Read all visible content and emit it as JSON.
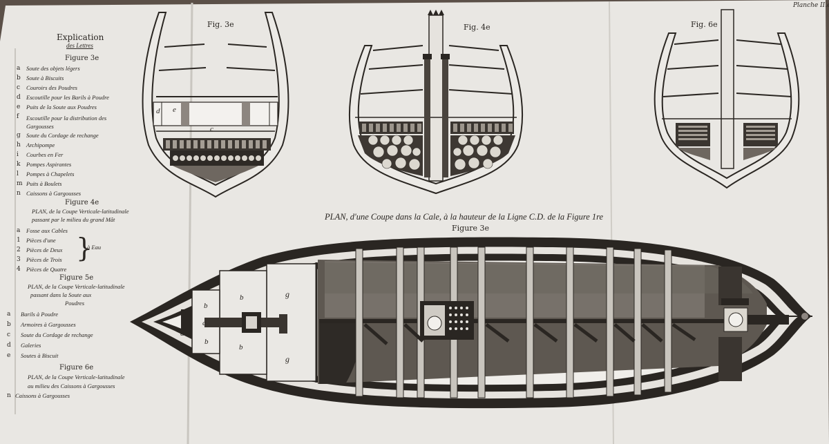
{
  "plate": {
    "plate_number": "Planche II.e",
    "paper_color": "#e8e6e2",
    "ink_color": "#2a2622",
    "background_color": "#5b5048"
  },
  "figures": {
    "fig3_label": "Fig. 3e",
    "fig4_label": "Fig. 4e",
    "fig6_label": "Fig. 6e",
    "plan_title": "PLAN, d'une Coupe dans la Cale, à la hauteur de la Ligne C.D. de la Figure 1re",
    "plan_subtitle": "Figure 3e"
  },
  "fig3_letters": {
    "d": "d",
    "e": "e",
    "c": "c"
  },
  "plan_letters": {
    "b": "b",
    "c": "c",
    "a": "a",
    "g": "g"
  },
  "legend": {
    "title": "Explication",
    "subtitle": "des Lettres",
    "sections": [
      {
        "heading": "Figure 3e",
        "entries": [
          {
            "key": "a",
            "text": "Soute des objets légers"
          },
          {
            "key": "b",
            "text": "Soute à Biscuits"
          },
          {
            "key": "c",
            "text": "Couroirs des Poudres"
          },
          {
            "key": "d",
            "text": "Escoutille pour les Barils à Poudre"
          },
          {
            "key": "e",
            "text": "Puits de la Soute aux Poudres"
          },
          {
            "key": "f",
            "text": "Escoutille pour la distribution des Gargousses"
          },
          {
            "key": "g",
            "text": "Soute du Cordage de rechange"
          },
          {
            "key": "h",
            "text": "Archipompe"
          },
          {
            "key": "i",
            "text": "Courbes en Fer"
          },
          {
            "key": "k",
            "text": "Pompes Aspirantes"
          },
          {
            "key": "l",
            "text": "Pompes à Chapelets"
          },
          {
            "key": "m",
            "text": "Puits à Boulets"
          },
          {
            "key": "n",
            "text": "Caissons à Gargousses"
          }
        ]
      },
      {
        "heading": "Figure 4e",
        "caption1": "PLAN, de la Coupe Verticale-latitudinale",
        "caption2": "passant par le milieu du grand Mât",
        "entries": [
          {
            "key": "a",
            "text": "Fosse aux Cables"
          },
          {
            "key": "1",
            "text": "Pièces d'une"
          },
          {
            "key": "2",
            "text": "Pièces de Deux"
          },
          {
            "key": "3",
            "text": "Pièces de Trois"
          },
          {
            "key": "4",
            "text": "Pièces de Quatre"
          }
        ],
        "bracket_label": "à Eau"
      },
      {
        "heading": "Figure 5e",
        "caption1": "PLAN, de la Coupe Verticale-latitudinale",
        "caption2": "passant dans la Soute aux",
        "caption3": "Poudres",
        "entries": [
          {
            "key": "a",
            "text": "Barils à Poudre"
          },
          {
            "key": "b",
            "text": "Armoires à Gargousses"
          },
          {
            "key": "c",
            "text": "Soute du Cordage de rechange"
          },
          {
            "key": "d",
            "text": "Galeries"
          },
          {
            "key": "e",
            "text": "Soutes à Biscuit"
          }
        ]
      },
      {
        "heading": "Figure 6e",
        "caption1": "PLAN, de la Coupe Verticale-latitudinale",
        "caption2": "au milieu des Caissons à Gargousses",
        "entries": [
          {
            "key": "n",
            "text": "Caissons à Gargousses"
          }
        ]
      }
    ]
  }
}
